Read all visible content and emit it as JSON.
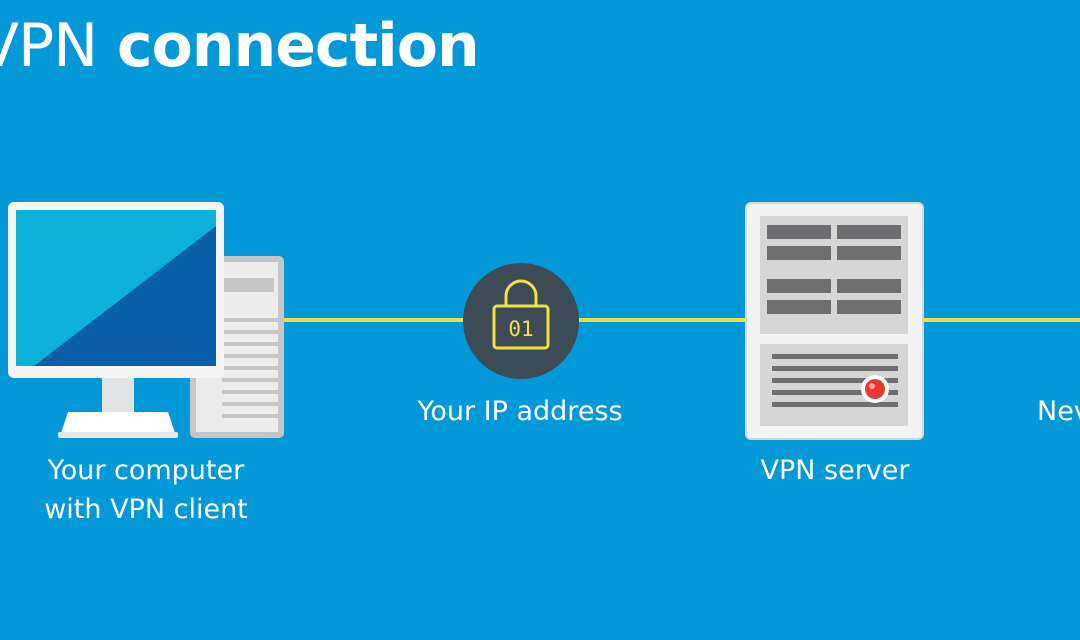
{
  "title": {
    "light": "VPN",
    "bold": "connection"
  },
  "nodes": {
    "computer": {
      "icon": "desktop-computer-icon",
      "label_line1": "Your computer",
      "label_line2": "with VPN client"
    },
    "ip": {
      "icon": "padlock-icon",
      "lock_text": "01",
      "label": "Your IP address"
    },
    "server": {
      "icon": "server-icon",
      "label": "VPN server"
    },
    "new_ip": {
      "label": "Nev"
    }
  },
  "colors": {
    "background": "#0399d9",
    "connection_line": "#e3e043",
    "lock_badge": "#3c4b56",
    "lock_stroke": "#f4e03f",
    "monitor_screen_light": "#0cb0d9",
    "monitor_screen_dark": "#0a5fa8",
    "server_led": "#e43b2e"
  }
}
